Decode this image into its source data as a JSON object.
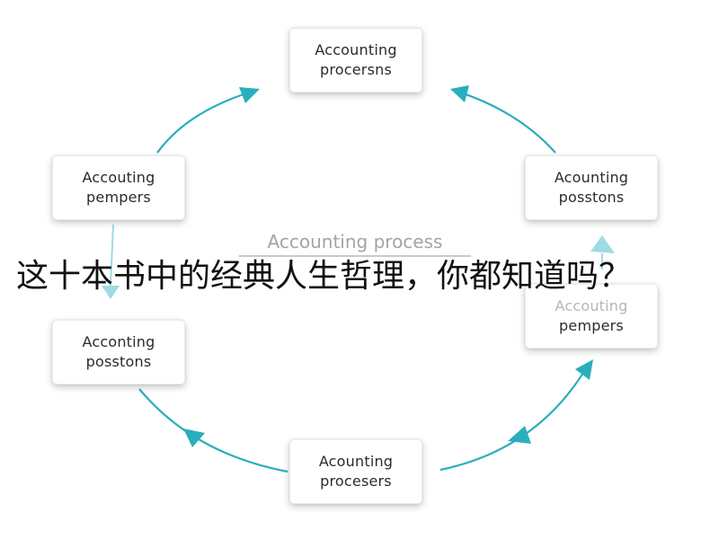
{
  "diagram": {
    "center_title": "Accounting process",
    "nodes": [
      {
        "id": "top",
        "line1": "Accounting",
        "line2": "procersns"
      },
      {
        "id": "right1",
        "line1": "Acounting",
        "line2": "posstons"
      },
      {
        "id": "right2",
        "line1": "Accouting",
        "line2": "pempers"
      },
      {
        "id": "bottom",
        "line1": "Acounting",
        "line2": "procesers"
      },
      {
        "id": "left2",
        "line1": "Acconting",
        "line2": "posstons"
      },
      {
        "id": "left1",
        "line1": "Accouting",
        "line2": "pempers"
      }
    ],
    "colors": {
      "arrow": "#2aaebd",
      "arrow_faded": "#9fdbe3",
      "node_text": "#2b2b2b"
    }
  },
  "overlay_caption": "这十本书中的经典人生哲理，你都知道吗？"
}
